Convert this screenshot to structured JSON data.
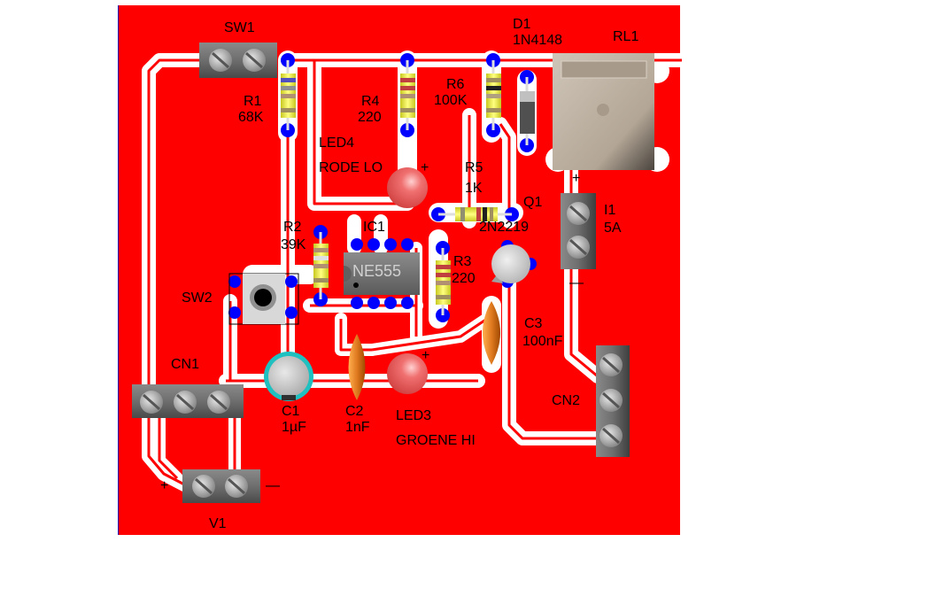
{
  "board": {
    "colors": {
      "copper": "#ff0000",
      "clearance": "#ffffff",
      "pad": "#0000ff",
      "text": "#000000",
      "terminal_body": "#707070",
      "led_red": "#f06060",
      "capacitor_ceramic": "#e07a20",
      "capacitor_electrolytic_ring": "#20c0c0",
      "relay_body": "#b8ab9c"
    }
  },
  "components": {
    "sw1": {
      "ref": "SW1"
    },
    "r1": {
      "ref": "R1",
      "value": "68K"
    },
    "r4": {
      "ref": "R4",
      "value": "220"
    },
    "r6": {
      "ref": "R6",
      "value": "100K"
    },
    "d1": {
      "ref": "D1",
      "value": "1N4148"
    },
    "rl1": {
      "ref": "RL1"
    },
    "led4": {
      "ref": "LED4",
      "value": "RODE LO"
    },
    "r5": {
      "ref": "R5",
      "value": "1K"
    },
    "q1": {
      "ref": "Q1",
      "value": "2N2219"
    },
    "i1": {
      "ref": "I1",
      "value": "5A"
    },
    "r2": {
      "ref": "R2",
      "value": "39K"
    },
    "ic1": {
      "ref": "IC1",
      "value": "NE555"
    },
    "r3": {
      "ref": "R3",
      "value": "220"
    },
    "sw2": {
      "ref": "SW2"
    },
    "c3": {
      "ref": "C3",
      "value": "100nF"
    },
    "cn1": {
      "ref": "CN1"
    },
    "c1": {
      "ref": "C1",
      "value": "1µF"
    },
    "c2": {
      "ref": "C2",
      "value": "1nF"
    },
    "led3": {
      "ref": "LED3",
      "value": "GROENE HI"
    },
    "cn2": {
      "ref": "CN2"
    },
    "v1": {
      "ref": "V1"
    }
  },
  "polarity": {
    "plus": "+",
    "minus": "—"
  }
}
